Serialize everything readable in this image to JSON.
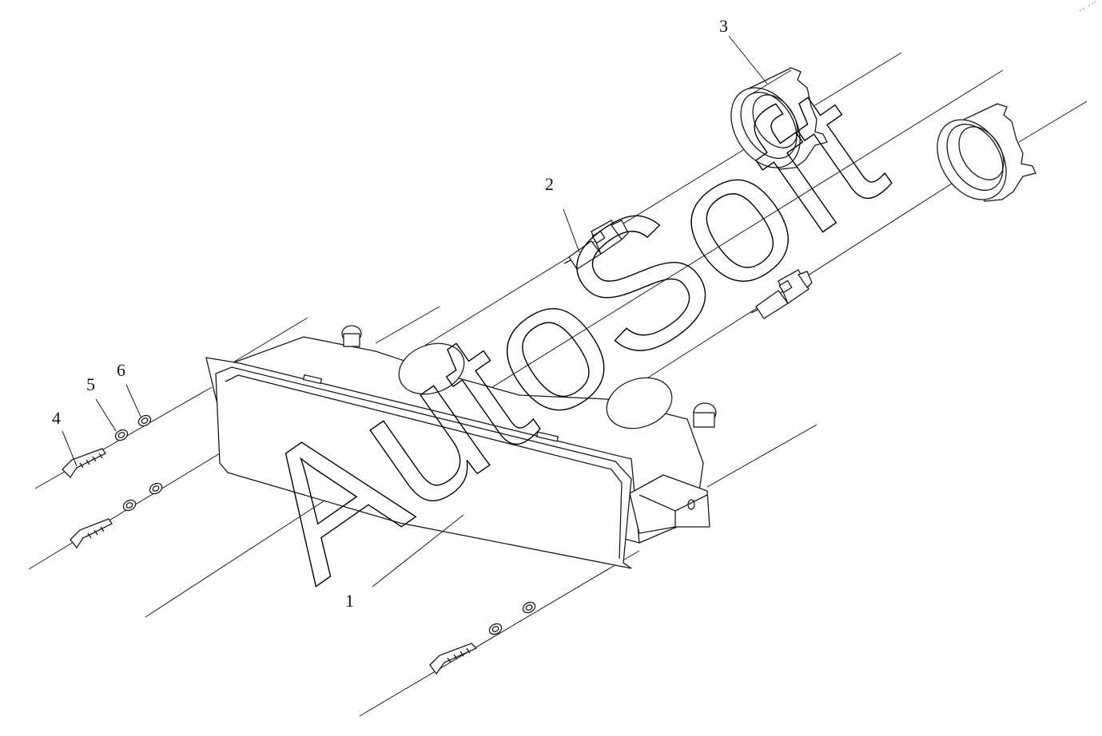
{
  "diagram": {
    "parts": [
      {
        "id": "housing",
        "label": "1"
      },
      {
        "id": "bulb",
        "label": "2"
      },
      {
        "id": "cap",
        "label": "3"
      },
      {
        "id": "bolt",
        "label": "4"
      },
      {
        "id": "spring-washer",
        "label": "5"
      },
      {
        "id": "flat-washer",
        "label": "6"
      }
    ],
    "watermark": "AutoSoft",
    "corner_mark": "ᵒᵒ ᵒᵒᵒ"
  },
  "colors": {
    "line": "#1a1a1a",
    "background": "#ffffff"
  }
}
